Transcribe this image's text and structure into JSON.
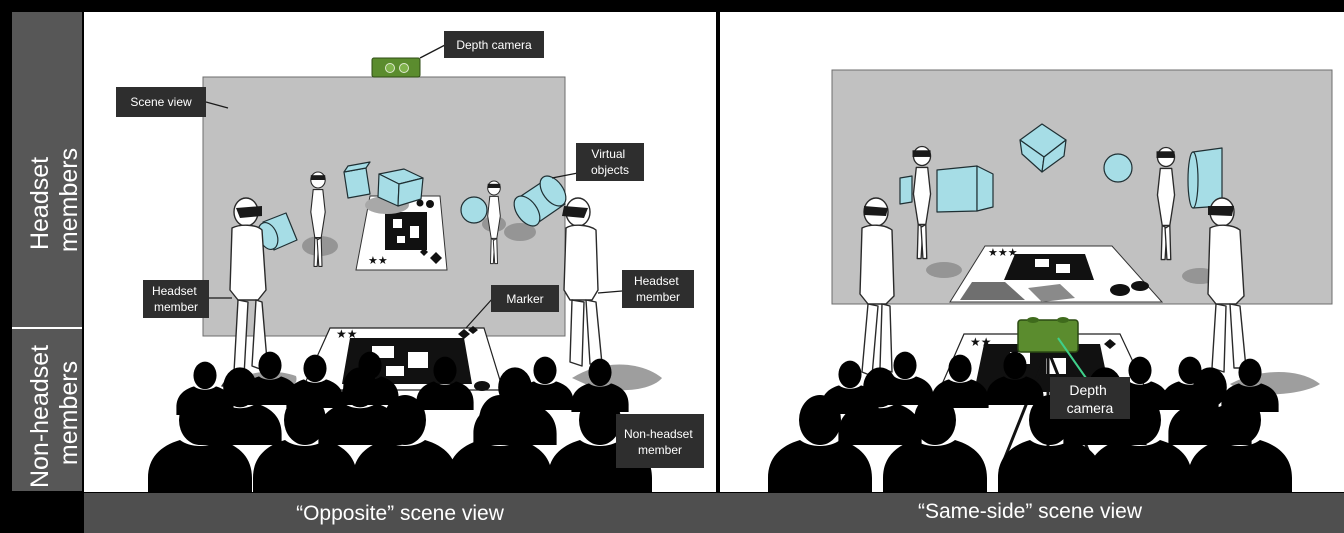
{
  "side_labels": {
    "top": [
      "Headset",
      "members"
    ],
    "bottom": [
      "Non-headset",
      "members"
    ]
  },
  "captions": {
    "left": "“Opposite” scene view",
    "right": "“Same-side” scene view"
  },
  "left_panel": {
    "depth_camera": "Depth camera",
    "scene_view": "Scene view",
    "virtual_objects": [
      "Virtual",
      "objects"
    ],
    "headset_member_left": [
      "Headset",
      "member"
    ],
    "marker": "Marker",
    "headset_member_right": [
      "Headset",
      "member"
    ],
    "non_headset_member": [
      "Non-headset",
      "member"
    ]
  },
  "right_panel": {
    "depth_camera": [
      "Depth",
      "camera"
    ]
  },
  "colors": {
    "dark_label": "#2e2e2e",
    "side_bar": "#575757",
    "caption_bar": "#4f4f4f",
    "screen": "#c1c1c1",
    "virtual_object": "#a6dde6",
    "camera": "#5b8c2e",
    "audience": "#bdbdbd"
  }
}
